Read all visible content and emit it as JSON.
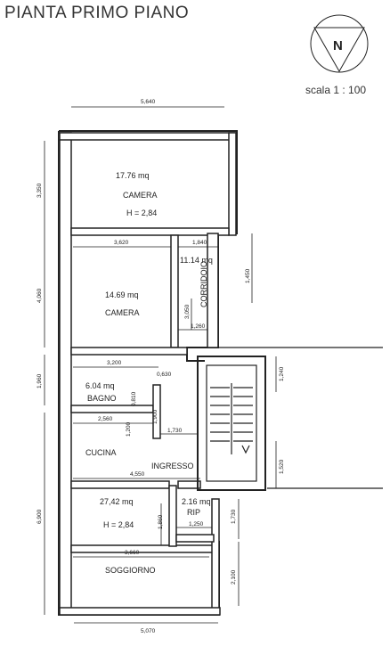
{
  "header": {
    "title": "PIANTA PRIMO PIANO",
    "scale": "scala 1 : 100",
    "north": "N"
  },
  "rooms": {
    "camera1": {
      "area": "17.76 mq",
      "name": "CAMERA",
      "height": "H = 2,84"
    },
    "camera2": {
      "area": "14.69 mq",
      "name": "CAMERA"
    },
    "corridoio": {
      "area": "11.14 mq",
      "name": "CORRIDOIO"
    },
    "bagno": {
      "area": "6.04 mq",
      "name": "BAGNO"
    },
    "cucina": {
      "name": "CUCINA"
    },
    "ingresso": {
      "name": "INGRESSO"
    },
    "soggiorno": {
      "area": "27,42 mq",
      "name": "SOGGIORNO",
      "height": "H = 2,84"
    },
    "rip": {
      "area": "2.16 mq",
      "name": "RIP"
    }
  },
  "dimensions": {
    "top_width": "5,640",
    "bottom_width": "5,070",
    "camera2_width": "3,620",
    "corr_width": "1,840",
    "corr_height": "1,450",
    "corr_lower": "3,050",
    "corr_bottom": "1,260",
    "bagno_width": "3,200",
    "bagno_small": "0,630",
    "bagno_mid": "0,810",
    "bagno_right": "1,900",
    "cucina_width": "2,560",
    "cucina_small": "1,200",
    "cucina_right": "1,730",
    "ingresso_width": "4,550",
    "rip_left": "1,860",
    "rip_width": "1,250",
    "rip_right": "1,730",
    "soggiorno_width": "3,660",
    "left_top": "3,350",
    "left_mid": "4,060",
    "left_b1": "1,960",
    "left_b2": "6,900",
    "right_top": "1,240",
    "right_mid": "1,520",
    "right_bottom": "2,100"
  }
}
